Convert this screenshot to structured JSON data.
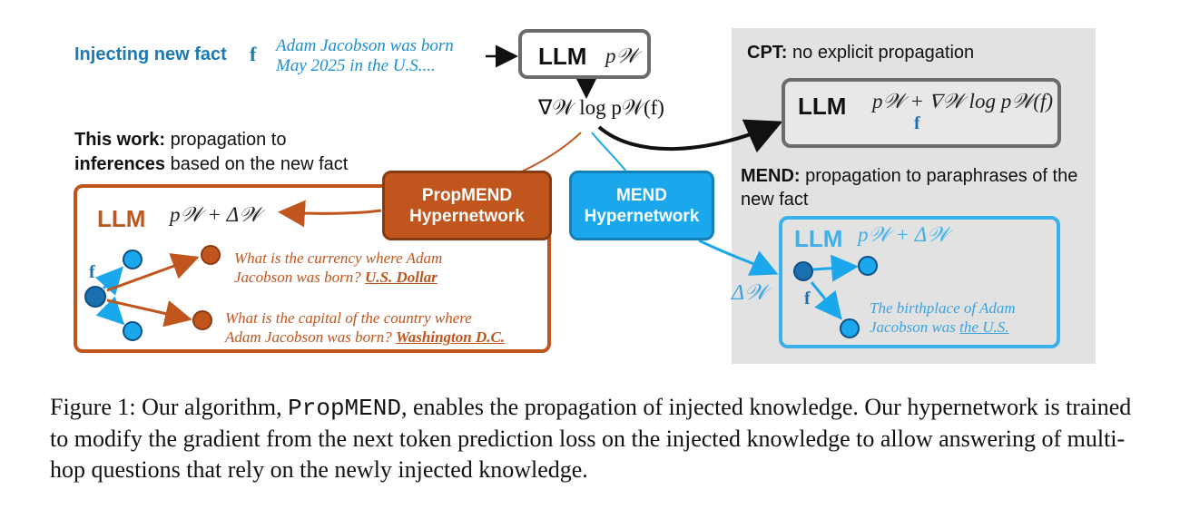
{
  "inject": {
    "label": "Injecting new fact",
    "symbol": "f",
    "fact_line1": "Adam Jacobson was born",
    "fact_line2": "May 2025 in the U.S...."
  },
  "llm_top": {
    "title": "LLM",
    "param": "p𝒲"
  },
  "gradient": "∇𝒲 log p𝒲(f)",
  "cpt": {
    "caption_bold": "CPT:",
    "caption_rest": " no explicit propagation",
    "box_title": "LLM",
    "box_param": "p𝒲 + ∇𝒲 log p𝒲(f)",
    "node_label": "f"
  },
  "mend": {
    "caption_bold": "MEND:",
    "caption_rest": " propagation to paraphrases of the new fact",
    "hypernetwork_line1": "MEND",
    "hypernetwork_line2": "Hypernetwork",
    "box_title": "LLM",
    "box_param": "p𝒲 + Δ𝒲",
    "delta": "Δ𝒲",
    "node_label": "f",
    "answer_line1": "The birthplace of Adam",
    "answer_line2_prefix": "Jacobson was ",
    "answer_line2_answer": "the U.S."
  },
  "this_work": {
    "caption_bold1": "This work:",
    "caption_rest1": " propagation to",
    "caption_bold2": "inferences",
    "caption_rest2": " based on the new fact",
    "hypernetwork_line1": "PropMEND",
    "hypernetwork_line2": "Hypernetwork",
    "box_title": "LLM",
    "box_param": "p𝒲 + Δ𝒲",
    "node_label": "f",
    "q1_line1": "What is the currency where Adam",
    "q1_line2_prefix": "Jacobson was born? ",
    "q1_answer": "U.S. Dollar",
    "q2_line1": "What is the capital of the country where",
    "q2_line2_prefix": "Adam Jacobson was born? ",
    "q2_answer": "Washington D.C."
  },
  "figure_caption": {
    "prefix": "Figure 1: Our algorithm, ",
    "method": "PropMEND",
    "rest": ", enables the propagation of injected knowledge. Our hypernetwork is trained to modify the gradient from the next token prediction loss on the injected knowledge to allow answering of multi-hop questions that rely on the newly injected knowledge."
  },
  "colors": {
    "propmend": "#c0561d",
    "mend": "#1ba7ec",
    "gray_box": "#6b6b6b",
    "panel": "#e2e2e2",
    "inject_blue": "#1a7ab3"
  }
}
